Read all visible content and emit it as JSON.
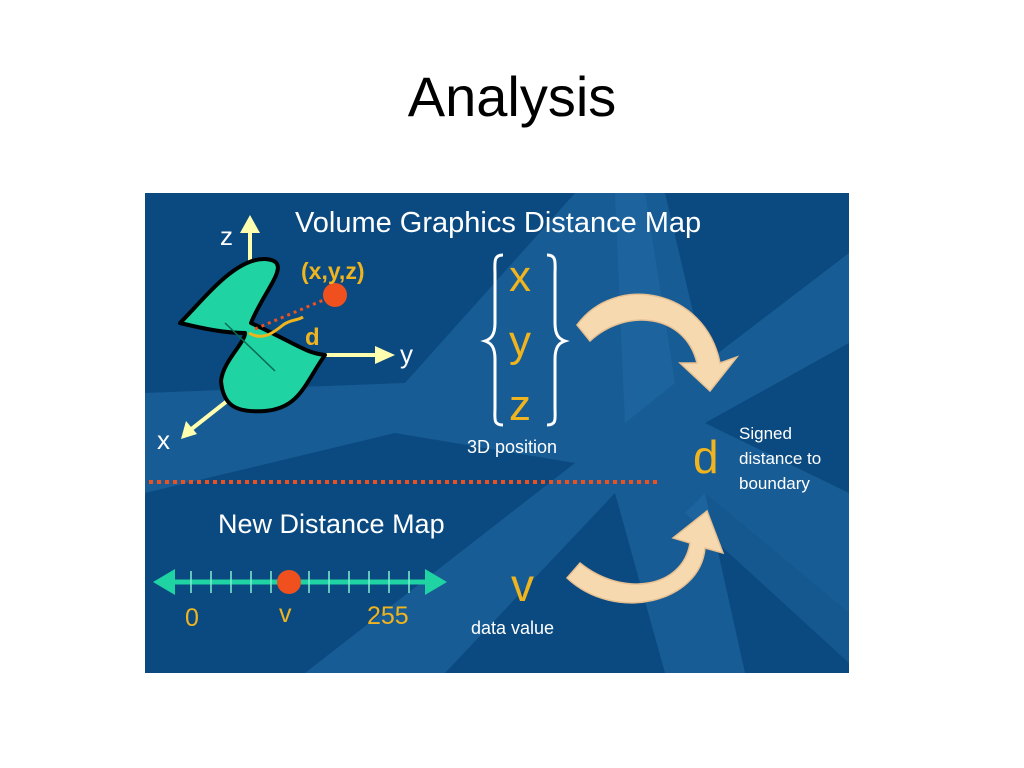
{
  "slide": {
    "title": "Analysis"
  },
  "figure": {
    "top_heading": "Volume Graphics Distance Map",
    "axes": {
      "z": "z",
      "y": "y",
      "x": "x"
    },
    "point_label": "(x,y,z)",
    "distance_symbol": "d",
    "position_vector": [
      "x",
      "y",
      "z"
    ],
    "position_caption": "3D position",
    "result_symbol": "d",
    "result_caption_lines": [
      "Signed",
      "distance to",
      "boundary"
    ],
    "bottom_heading": "New Distance Map",
    "scale": {
      "min_label": "0",
      "value_label": "v",
      "max_label": "255"
    },
    "value_symbol": "v",
    "value_caption": "data value",
    "colors": {
      "background": "#0b4a80",
      "text": "#ffffff",
      "accent": "#f0b41e",
      "marker": "#f0501e",
      "surface": "#1fd3a3",
      "arrow": "#f7d9b0",
      "scale_bar": "#1fd3a3"
    }
  }
}
